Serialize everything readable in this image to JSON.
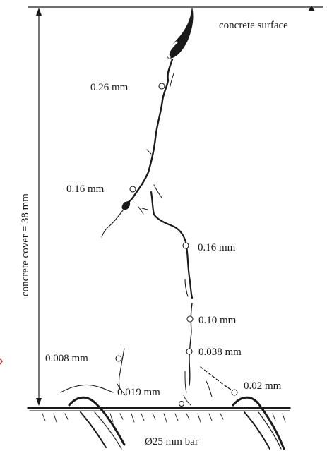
{
  "labels": {
    "surface": "concrete surface",
    "cover": "concrete cover = 38 mm",
    "bar": "Ø25 mm bar"
  },
  "crack_widths": [
    "0.26 mm",
    "0.16 mm",
    "0.16 mm",
    "0.10 mm",
    "0.038 mm",
    "0.008 mm",
    "0.019 mm",
    "0.02 mm"
  ],
  "colors": {
    "ink": "#1a1a1a",
    "background": "#ffffff"
  }
}
